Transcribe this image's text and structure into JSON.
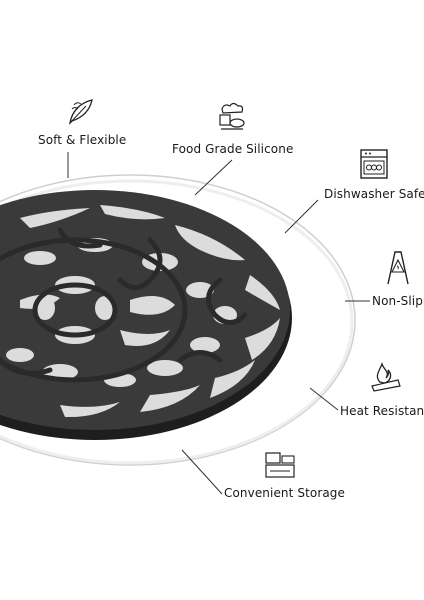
{
  "features": [
    {
      "label": "Soft & Flexible",
      "icon": "feather-icon"
    },
    {
      "label": "Food Grade Silicone",
      "icon": "food-icon"
    },
    {
      "label": "Dishwasher Safe",
      "icon": "dishwasher-icon"
    },
    {
      "label": "Non-Slip",
      "icon": "wet-floor-sign-icon"
    },
    {
      "label": "Heat Resistant",
      "icon": "flame-icon"
    },
    {
      "label": "Convenient Storage",
      "icon": "storage-drawer-icon"
    }
  ],
  "colors": {
    "trivet": "#2b2b2b",
    "plate": "#ffffff",
    "plate_edge": "#c8c8c8",
    "line": "#333333"
  }
}
